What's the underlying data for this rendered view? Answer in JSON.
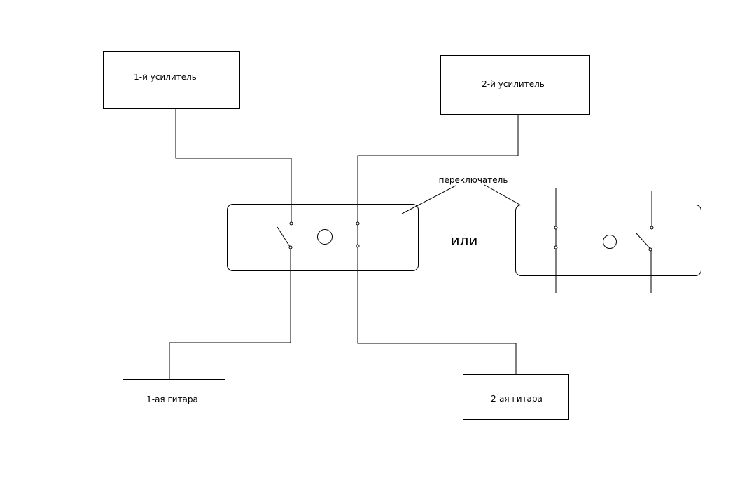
{
  "boxes": {
    "amp1": "1-й усилитель",
    "amp2": "2-й усилитель",
    "guitar1": "1-ая гитара",
    "guitar2": "2-ая гитара"
  },
  "callout": {
    "switch_label": "переключатель"
  },
  "separator": {
    "or_label": "или"
  }
}
